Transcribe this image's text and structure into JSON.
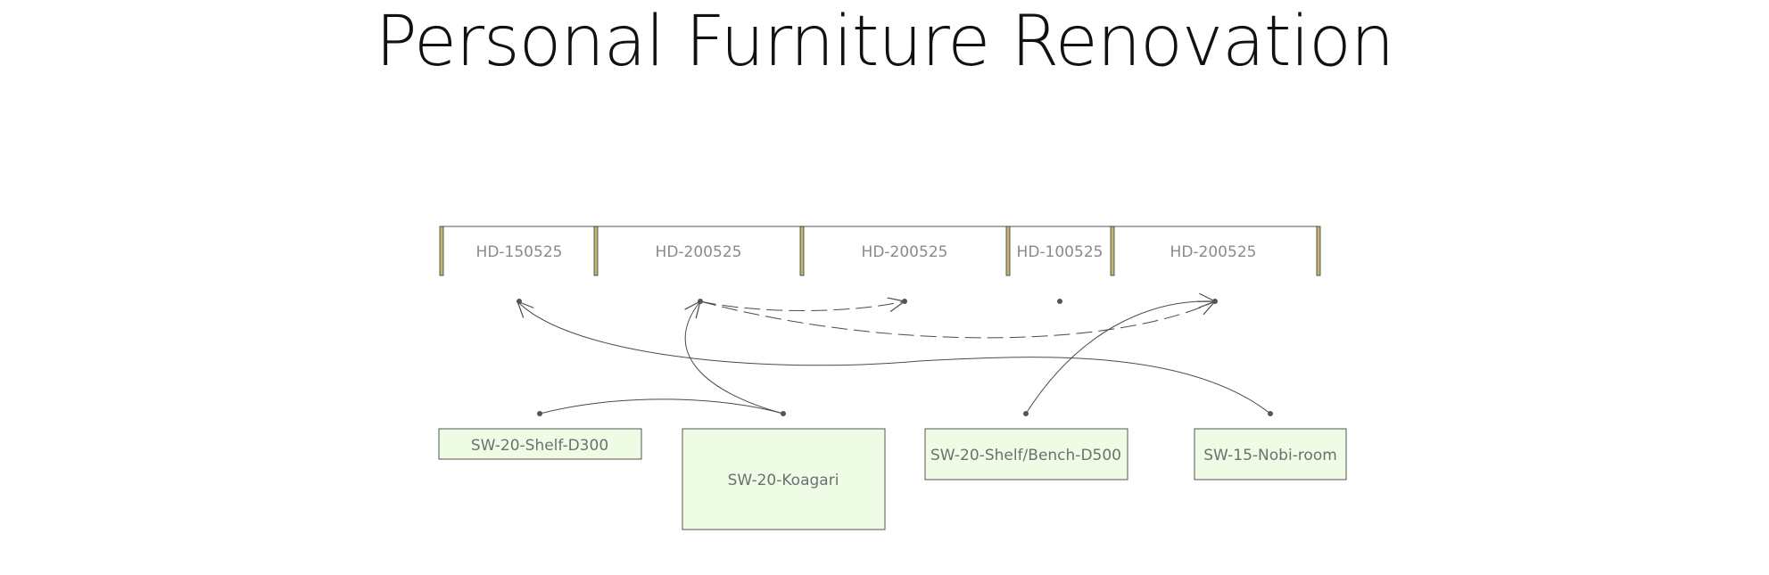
{
  "title": "Personal Furniture Renovation",
  "colors": {
    "post_fill": "#c2b37a",
    "post_stroke": "#3a3a20",
    "box_fill": "#eefce6",
    "box_stroke": "#555555",
    "line": "#4a4a4a"
  },
  "hd_sections": [
    {
      "label": "HD-150525"
    },
    {
      "label": "HD-200525"
    },
    {
      "label": "HD-200525"
    },
    {
      "label": "HD-100525"
    },
    {
      "label": "HD-200525"
    }
  ],
  "sw_items": [
    {
      "label": "SW-20-Shelf-D300"
    },
    {
      "label": "SW-20-Koagari"
    },
    {
      "label": "SW-20-Shelf/Bench-D500"
    },
    {
      "label": "SW-15-Nobi-room"
    }
  ],
  "links": [
    {
      "from": "SW-20-Shelf-D300",
      "to": "SW-20-Koagari",
      "style": "solid"
    },
    {
      "from": "SW-20-Koagari",
      "to": "HD-200525",
      "style": "solid"
    },
    {
      "from": "SW-20-Shelf/Bench-D500",
      "to": "HD-200525",
      "style": "solid"
    },
    {
      "from": "SW-15-Nobi-room",
      "to": "HD-150525",
      "style": "solid"
    },
    {
      "from": "HD-200525",
      "to": "HD-200525",
      "style": "dashed"
    },
    {
      "from": "HD-200525",
      "to": "HD-200525",
      "style": "dashed"
    }
  ]
}
